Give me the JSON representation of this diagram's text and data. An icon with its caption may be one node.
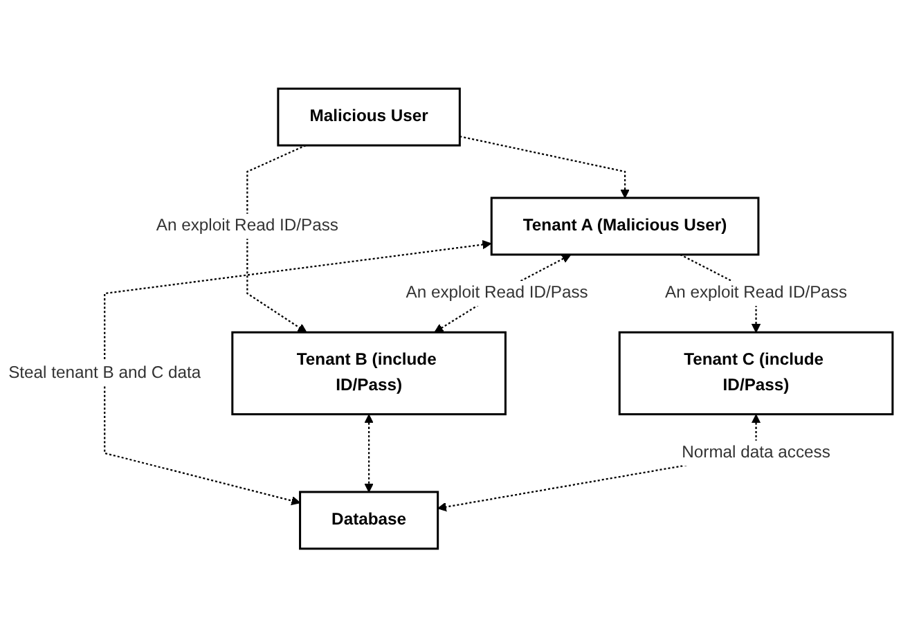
{
  "diagram": {
    "nodes": [
      {
        "text": [
          "Malicious User"
        ]
      },
      {
        "text": [
          "Tenant A (Malicious User)"
        ]
      },
      {
        "text": [
          "Tenant B (include ID/Pass)"
        ]
      },
      {
        "text": [
          "Tenant C (include ID/Pass)"
        ]
      },
      {
        "text": [
          "Database"
        ]
      }
    ],
    "edges": [
      {
        "from": 0,
        "to": 1,
        "arrow": "to",
        "style": "dashed"
      },
      {
        "from": 0,
        "to": 2,
        "arrow": "to",
        "style": "dashed",
        "label": "An exploit Read ID/Pass"
      },
      {
        "from": 1,
        "to": 2,
        "arrow": "both",
        "style": "dashed",
        "label": "An exploit Read ID/Pass"
      },
      {
        "from": 1,
        "to": 3,
        "arrow": "to",
        "style": "dashed",
        "label": "An exploit Read ID/Pass"
      },
      {
        "from": 1,
        "to": 4,
        "arrow": "both",
        "style": "dashed",
        "label": "Steal tenant B and C data"
      },
      {
        "from": 2,
        "to": 4,
        "arrow": "both",
        "style": "dashed"
      },
      {
        "from": 3,
        "to": 4,
        "arrow": "both",
        "style": "dashed",
        "label": "Normal data access"
      }
    ]
  }
}
